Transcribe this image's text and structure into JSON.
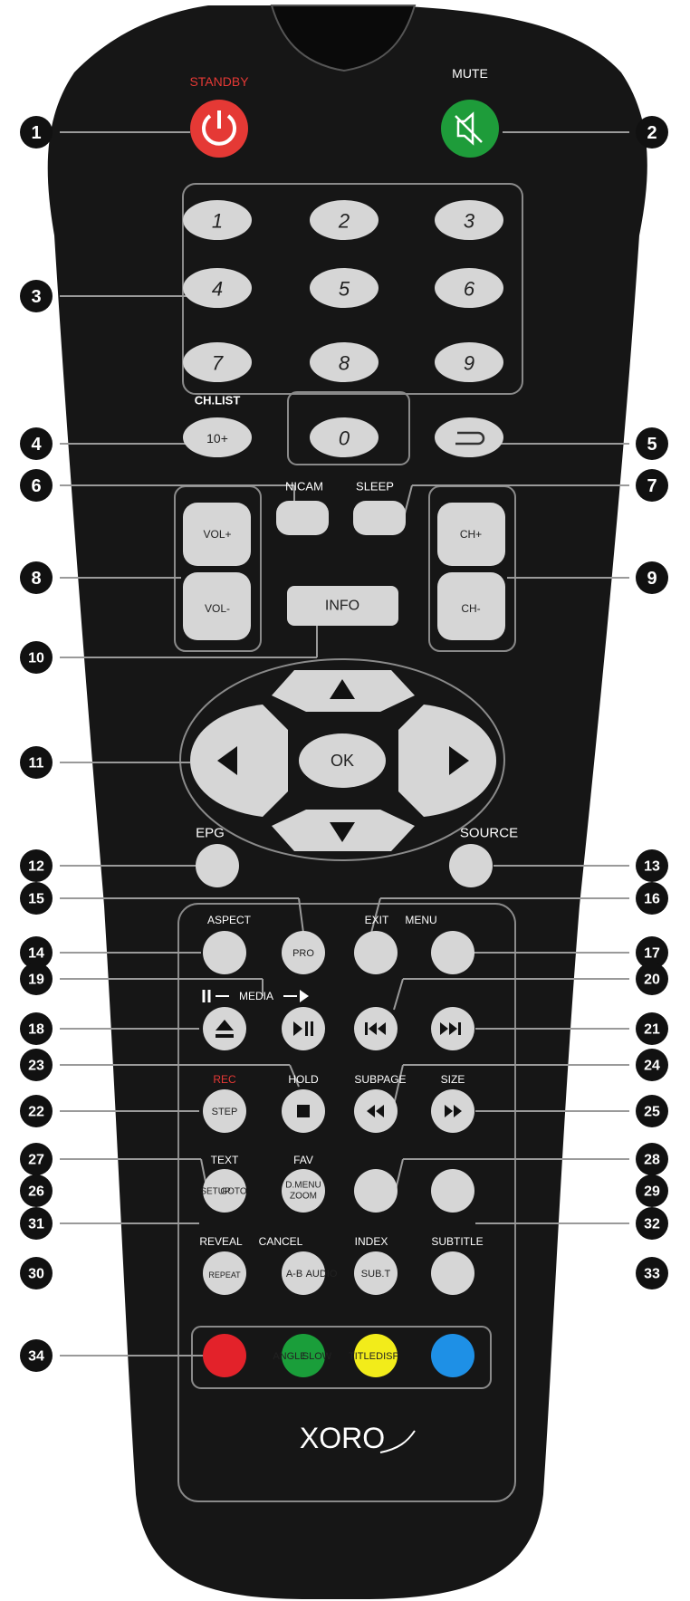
{
  "colors": {
    "body": "#161616",
    "button": "#d6d6d6",
    "standby": "#e53935",
    "mute": "#1e9c3a",
    "red": "#e3222a",
    "green": "#1a9e3a",
    "yellow": "#f2ec1a",
    "blue": "#1e90e6",
    "rec_label": "#e53935"
  },
  "callouts": [
    "1",
    "2",
    "3",
    "4",
    "5",
    "6",
    "7",
    "8",
    "9",
    "10",
    "11",
    "12",
    "13",
    "14",
    "15",
    "16",
    "17",
    "18",
    "19",
    "20",
    "21",
    "22",
    "23",
    "24",
    "25",
    "26",
    "27",
    "28",
    "29",
    "30",
    "31",
    "32",
    "33",
    "34"
  ],
  "labels": {
    "standby": "STANDBY",
    "mute": "MUTE",
    "chlist": "CH.LIST",
    "nicam": "NICAM",
    "sleep": "SLEEP",
    "epg": "EPG",
    "source": "SOURCE",
    "aspect": "ASPECT",
    "exit": "EXIT",
    "menu": "MENU",
    "media": "MEDIA",
    "rec": "REC",
    "hold": "HOLD",
    "subpage": "SUBPAGE",
    "size": "SIZE",
    "text": "TEXT",
    "fav": "FAV",
    "reveal": "REVEAL",
    "cancel": "CANCEL",
    "index": "INDEX",
    "subtitle": "SUBTITLE"
  },
  "buttons": {
    "digits": [
      "1",
      "2",
      "3",
      "4",
      "5",
      "6",
      "7",
      "8",
      "9",
      "0"
    ],
    "ten_plus": "10+",
    "vol_up": "VOL+",
    "vol_down": "VOL-",
    "ch_up": "CH+",
    "ch_down": "CH-",
    "info": "INFO",
    "ok": "OK",
    "pro": "PRO",
    "step": "STEP",
    "setup": "SETUP",
    "goto": "GOTO",
    "dmenu": "D.MENU",
    "zoom": "ZOOM",
    "repeat": "REPEAT",
    "ab": "A-B",
    "audio": "AUDIO",
    "subt": "SUB.T",
    "angle": "ANGLE",
    "slow": "SLOW",
    "titled": "TITLE",
    "disp": "DISP"
  },
  "brand": "XORO"
}
